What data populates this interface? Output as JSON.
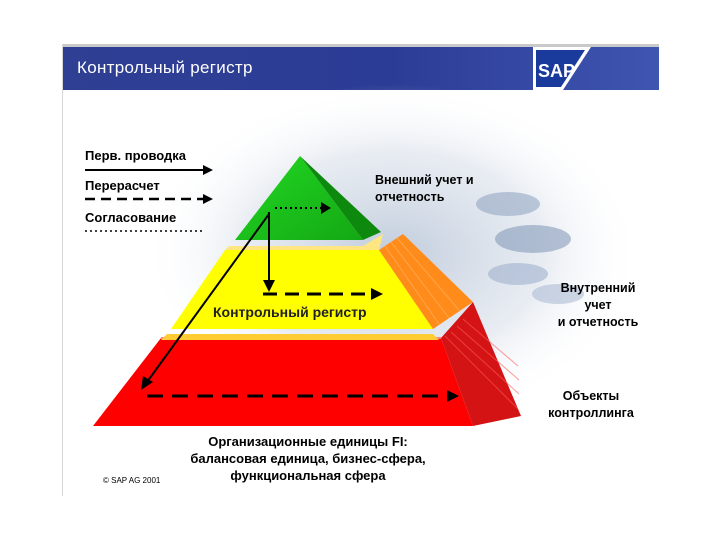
{
  "header": {
    "title": "Контрольный регистр",
    "logo_text": "SAP"
  },
  "legend": [
    {
      "label": "Перв. проводка",
      "line_style": "solid"
    },
    {
      "label": "Перерасчет",
      "line_style": "dashed"
    },
    {
      "label": "Согласование",
      "line_style": "dotted"
    }
  ],
  "pyramid": {
    "top_label": "Внешний учет и отчетность",
    "middle_label_inside": "Контрольный регистр",
    "middle_label_side": [
      "Внутренний",
      "учет",
      "и отчетность"
    ],
    "bottom_label_side": [
      "Объекты",
      "контроллинга"
    ],
    "colors": {
      "top": "#1fcc1f",
      "middle": "#ffff00",
      "bottom": "#ff0000",
      "side_top": "#ff8c1a",
      "side_bottom": "#cc1414"
    }
  },
  "caption": [
    "Организационные единицы FI:",
    "балансовая единица, бизнес-сфера,",
    "функциональная сфера"
  ],
  "copyright": "© SAP AG 2001"
}
